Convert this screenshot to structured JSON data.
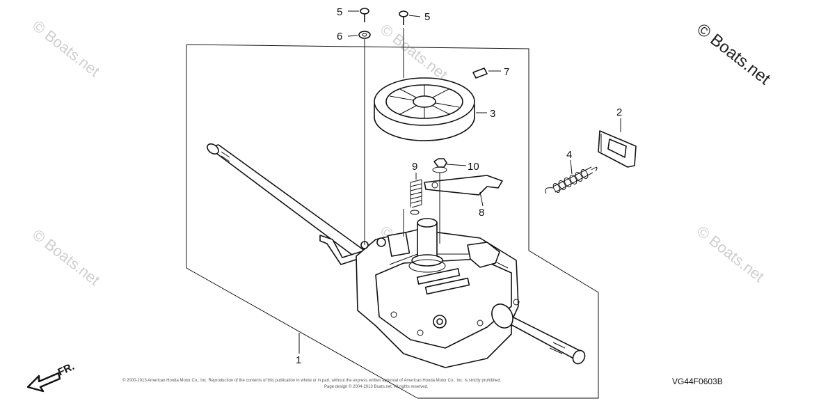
{
  "watermarks": [
    {
      "text": "© Boats.net",
      "style": "dark"
    },
    {
      "text": "© Boats.net",
      "style": "light"
    },
    {
      "text": "© Boats.net",
      "style": "light"
    },
    {
      "text": "© Boats.net",
      "style": "light"
    },
    {
      "text": "© Boats.net",
      "style": "light"
    },
    {
      "text": "© Boats.net",
      "style": "light"
    }
  ],
  "callouts": [
    "5",
    "5",
    "6",
    "7",
    "3",
    "2",
    "4",
    "9",
    "10",
    "8",
    "1"
  ],
  "direction_label": "FR.",
  "diagram_ref": "VG44F0603B",
  "copyright_lines": [
    "© 2000-2013 American Honda Motor Co., Inc. Reproduction of the contents of this publication in whole or in part, without the express written approval of American Honda Motor Co., Inc. is strictly prohibited.",
    "Page design © 2004-2013 Boats.net. All rights reserved."
  ]
}
